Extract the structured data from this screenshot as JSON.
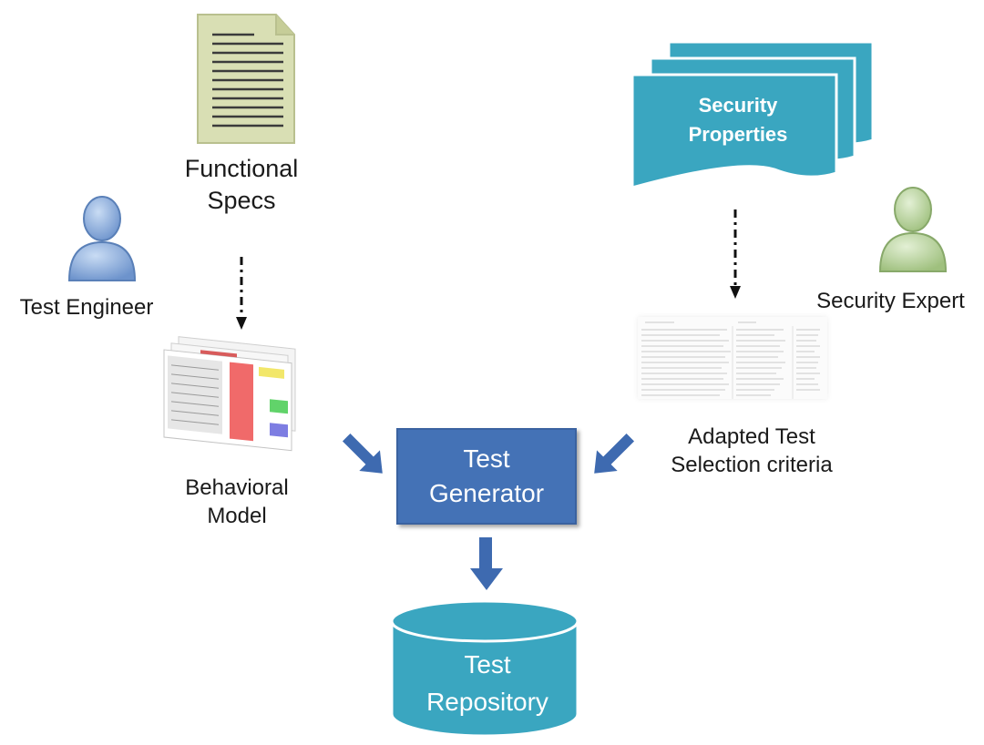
{
  "nodes": {
    "functional_specs": "Functional\nSpecs",
    "test_engineer": "Test Engineer",
    "behavioral_model": "Behavioral\nModel",
    "security_properties": "Security\nProperties",
    "security_expert": "Security Expert",
    "adapted_criteria": "Adapted Test\nSelection criteria",
    "test_generator": "Test\nGenerator",
    "test_repository": "Test\nRepository"
  },
  "colors": {
    "generator_fill": "#4472b6",
    "teal": "#3aa6c0",
    "teal_dark": "#2b8aa2",
    "arrow": "#3e6ab0",
    "doc_fill": "#d9dfb4",
    "engineer_person": "#7fa3d6",
    "expert_person": "#a9c98a"
  },
  "icons": {
    "functional_specs": "document-icon",
    "test_engineer": "person-icon",
    "security_expert": "person-icon",
    "behavioral_model": "spreadsheet-stack-icon",
    "security_properties": "multi-document-icon",
    "adapted_criteria": "table-thumbnail-icon",
    "test_repository": "database-icon"
  }
}
